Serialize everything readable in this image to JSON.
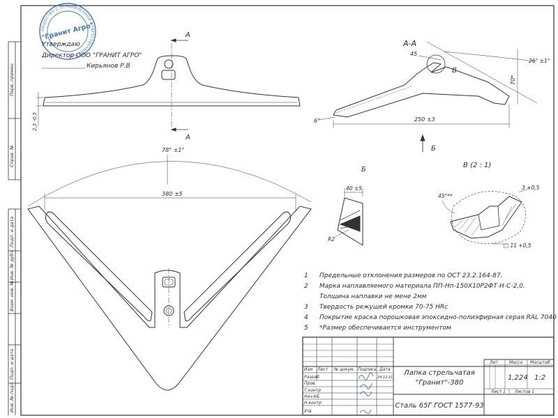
{
  "approval": {
    "line1": "Утверждаю",
    "line2": "Директор ООО \"ГРАНИТ АГРО\"",
    "line3": "Кирьянов Р.В"
  },
  "stamp": {
    "center": "\"Гранит Агро\"",
    "ring": "ОБЩЕСТВО С ОГРАНИЧЕННОЙ ОТВЕТСТВЕННОСТЬЮ"
  },
  "left_margin": [
    "Перв. примен",
    "Справ. №",
    "Подп. и дата",
    "Инв. № дубл.",
    "Взам. инв. №",
    "Подп. и дата",
    "Инв. № подл."
  ],
  "section_label": "А",
  "top_view": {
    "dim_thickness": "2,3 -0,5"
  },
  "section_view": {
    "title": "А-А",
    "dim_45": "45",
    "callout_b": "B",
    "dim_26deg": "26° ±1°",
    "dim_70": "70*",
    "dim_6deg": "6°",
    "dim_250": "250 ±3"
  },
  "arrow_b": "Б",
  "plan_view": {
    "dim_angle": "78° ±1°",
    "dim_width": "380 ±5"
  },
  "detail_b": {
    "title": "Б",
    "dim_40": "40 ±5",
    "dim_r2": "R2"
  },
  "detail_v": {
    "title": "B (2 : 1)",
    "dim_45": "45°**",
    "dim_3": "3 +0,5",
    "dim_11": "□ 11 +0,5"
  },
  "notes": [
    {
      "num": "1",
      "text": "Предельные отклонения размеров по ОСТ 23.2.164-87."
    },
    {
      "num": "2",
      "text": "Марка наплавляемого материала ПП-Нп-150Х10Р2ФТ-Н-С-2,0."
    },
    {
      "num": "",
      "text": "Толщина наплавки не мене 2мм"
    },
    {
      "num": "3",
      "text": "Твердость режущей кромки 70-75 HRc"
    },
    {
      "num": "4",
      "text": "Покрытие краска порошковая эпоксидно-полиэфирная серая RAL 7040"
    },
    {
      "num": "5",
      "text": "*Размер обеспечивается инструментом"
    }
  ],
  "title_block": {
    "header": [
      "Изм",
      "Лист",
      "№ докум.",
      "Подпись",
      "Дата"
    ],
    "sign_date": "24.12.21",
    "roles": [
      "Разраб",
      "Пров",
      "Т.контр",
      "Нач.КБ",
      "Н.контр",
      "Утв"
    ],
    "part_name": "Лапка стрельчатая",
    "part_name2": "\"Гранит\"-380",
    "material": "Сталь 65Г ГОСТ 1577-93",
    "col_lit": "Лит",
    "col_mass": "Масса",
    "col_scale": "Масштаб",
    "mass": "1,224",
    "scale": "1:2",
    "sheet": "Лист 1",
    "sheets": "Листов 1"
  }
}
